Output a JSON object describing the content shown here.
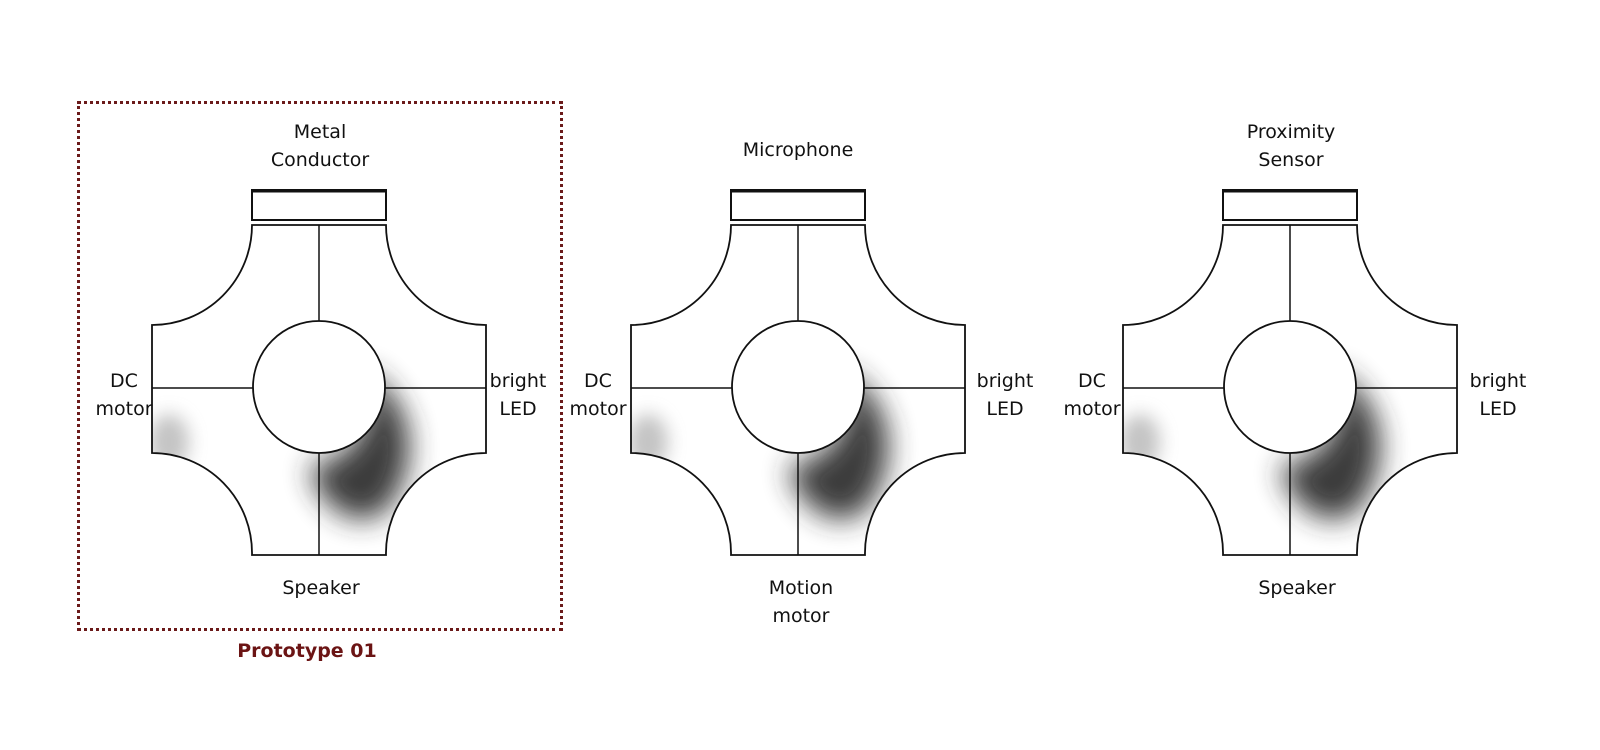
{
  "colors": {
    "prototype_frame": "#6b1a1a",
    "prototype_label": "#6b1414",
    "outline": "#111111"
  },
  "prototype_label": "Prototype 01",
  "modules": [
    {
      "top": [
        "Metal",
        "Conductor"
      ],
      "left": [
        "DC",
        "motor"
      ],
      "right": [
        "bright",
        "LED"
      ],
      "bottom": [
        "Speaker"
      ]
    },
    {
      "top": [
        "Microphone"
      ],
      "left": [
        "DC",
        "motor"
      ],
      "right": [
        "bright",
        "LED"
      ],
      "bottom": [
        "Motion",
        "motor"
      ]
    },
    {
      "top": [
        "Proximity",
        "Sensor"
      ],
      "left": [
        "DC",
        "motor"
      ],
      "right": [
        "bright",
        "LED"
      ],
      "bottom": [
        "Speaker"
      ]
    }
  ]
}
